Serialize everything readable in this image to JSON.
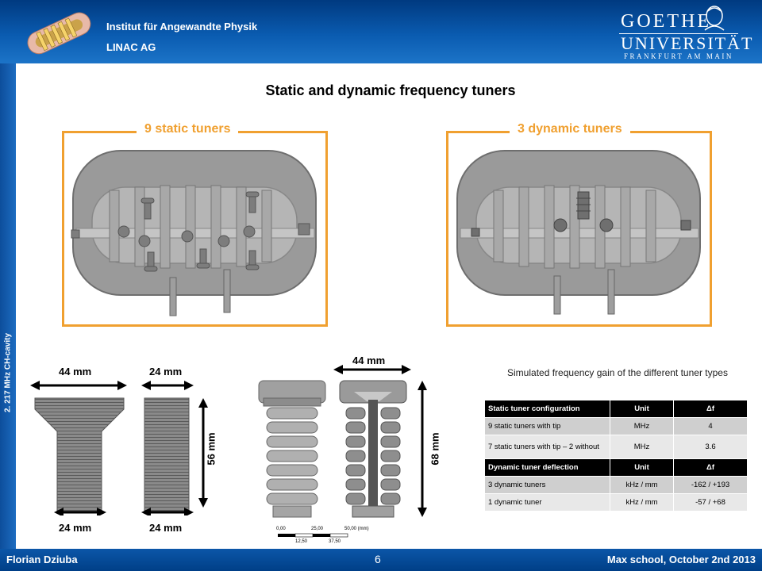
{
  "header": {
    "institute": "Institut für Angewandte Physik",
    "group": "LINAC AG",
    "university_name": "GOETHE",
    "university_line": "UNIVERSITÄT",
    "university_city": "FRANKFURT AM MAIN"
  },
  "sidebar": {
    "label": "2. 217 MHz CH-cavity"
  },
  "slide": {
    "title": "Static and dynamic frequency tuners"
  },
  "panels": {
    "static_label": "9 static tuners",
    "dynamic_label": "3 dynamic tuners"
  },
  "dimensions": {
    "left_top_width": "44 mm",
    "left_bottom_width": "24 mm",
    "mid_top_width": "24 mm",
    "mid_bottom_width": "24 mm",
    "mid_height": "56 mm",
    "right_top_width": "44 mm",
    "right_height": "68 mm"
  },
  "scale_bar": {
    "top_labels": [
      "0,00",
      "25,00",
      "50,00 (mm)"
    ],
    "bottom_labels": [
      "12,50",
      "37,50"
    ]
  },
  "table": {
    "caption": "Simulated frequency gain of the different tuner types",
    "rows": [
      {
        "style": "hd",
        "cells": [
          "Static tuner configuration",
          "Unit",
          "Δf"
        ]
      },
      {
        "style": "r1",
        "cells": [
          "9 static tuners with tip",
          "MHz",
          "4"
        ]
      },
      {
        "style": "r2",
        "cells": [
          "7 static tuners with tip – 2 without",
          "MHz",
          "3.6"
        ]
      },
      {
        "style": "hd",
        "cells": [
          "Dynamic tuner deflection",
          "Unit",
          "Δf"
        ]
      },
      {
        "style": "r1",
        "cells": [
          "3 dynamic tuners",
          "kHz / mm",
          "-162 / +193"
        ]
      },
      {
        "style": "r2",
        "cells": [
          "1 dynamic tuner",
          "kHz / mm",
          "-57 / +68"
        ]
      }
    ]
  },
  "footer": {
    "author": "Florian Dziuba",
    "page": "6",
    "event": "Max school, October 2nd 2013"
  },
  "colors": {
    "header_blue": "#0a5bb0",
    "accent_orange": "#f0a030",
    "table_header": "#000000"
  }
}
